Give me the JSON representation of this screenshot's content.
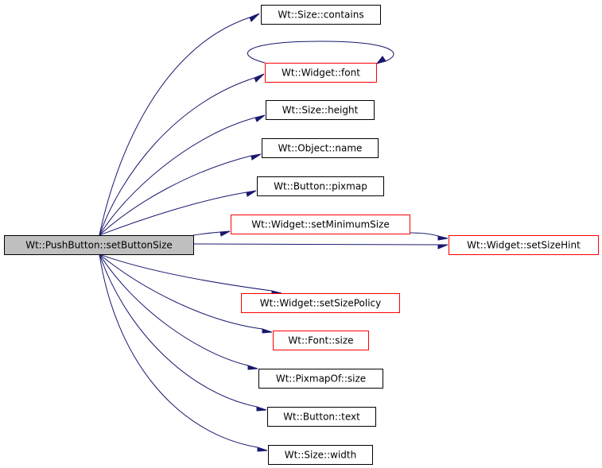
{
  "colors": {
    "edge": "#191970",
    "root_fill": "#bfbfbf",
    "root_border": "#000000",
    "normal_border": "#000000",
    "documented_border": "#ff0000",
    "node_fill": "#ffffff"
  },
  "graph": {
    "root": {
      "id": "root",
      "label": "Wt::PushButton::setButtonSize",
      "style": "root"
    },
    "nodes": [
      {
        "id": "contains",
        "label": "Wt::Size::contains",
        "style": "normal"
      },
      {
        "id": "font",
        "label": "Wt::Widget::font",
        "style": "documented"
      },
      {
        "id": "height",
        "label": "Wt::Size::height",
        "style": "normal"
      },
      {
        "id": "name",
        "label": "Wt::Object::name",
        "style": "normal"
      },
      {
        "id": "pixmap",
        "label": "Wt::Button::pixmap",
        "style": "normal"
      },
      {
        "id": "setMinimumSize",
        "label": "Wt::Widget::setMinimumSize",
        "style": "documented"
      },
      {
        "id": "setSizeHint",
        "label": "Wt::Widget::setSizeHint",
        "style": "documented"
      },
      {
        "id": "setSizePolicy",
        "label": "Wt::Widget::setSizePolicy",
        "style": "documented"
      },
      {
        "id": "fontsize",
        "label": "Wt::Font::size",
        "style": "documented"
      },
      {
        "id": "pixmapsize",
        "label": "Wt::PixmapOf::size",
        "style": "normal"
      },
      {
        "id": "text",
        "label": "Wt::Button::text",
        "style": "normal"
      },
      {
        "id": "width",
        "label": "Wt::Size::width",
        "style": "normal"
      }
    ],
    "edges": [
      {
        "from": "root",
        "to": "contains"
      },
      {
        "from": "root",
        "to": "font"
      },
      {
        "from": "font",
        "to": "font"
      },
      {
        "from": "root",
        "to": "height"
      },
      {
        "from": "root",
        "to": "name"
      },
      {
        "from": "root",
        "to": "pixmap"
      },
      {
        "from": "root",
        "to": "setMinimumSize"
      },
      {
        "from": "root",
        "to": "setSizeHint"
      },
      {
        "from": "setMinimumSize",
        "to": "setSizeHint"
      },
      {
        "from": "root",
        "to": "setSizePolicy"
      },
      {
        "from": "root",
        "to": "fontsize"
      },
      {
        "from": "root",
        "to": "pixmapsize"
      },
      {
        "from": "root",
        "to": "text"
      },
      {
        "from": "root",
        "to": "width"
      }
    ]
  }
}
